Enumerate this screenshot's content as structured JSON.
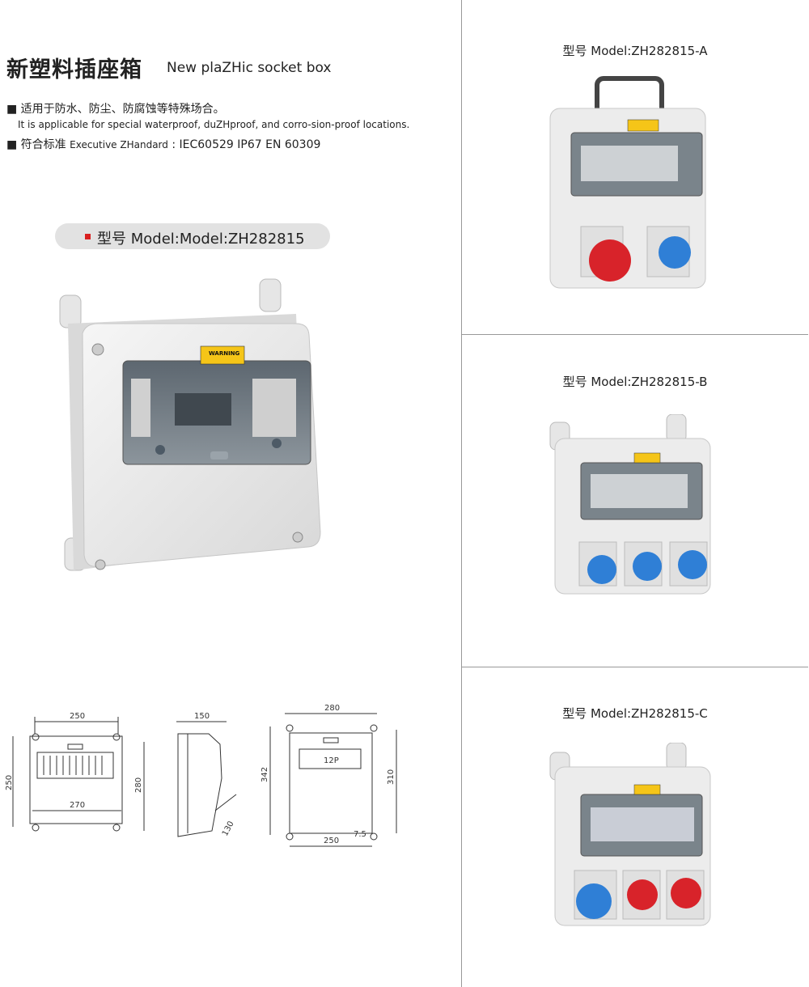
{
  "header": {
    "title_cn": "新塑料插座箱",
    "title_en": "New plaZHic socket box"
  },
  "features": {
    "line1_cn": "■ 适用于防水、防尘、防腐蚀等特殊场合。",
    "line1_en": "It is applicable for special waterproof, duZHproof, and corro-sion-proof locations.",
    "line2_cn": "■ 符合标准",
    "line2_en": "Executive ZHandard",
    "line2_std": ": IEC60529  IP67  EN 60309"
  },
  "main_product": {
    "model_label": "型号 Model:Model:ZH282815",
    "warning": "WARNING"
  },
  "dimensions": {
    "front_width": "250",
    "front_height": "250",
    "front_bottom": "270",
    "front_right": "280",
    "side_depth": "150",
    "side_angle": "130",
    "back_top": "280",
    "back_left": "342",
    "back_right": "310",
    "back_bottom": "250",
    "back_offset": "7.5",
    "back_module": "12P"
  },
  "variants": [
    {
      "model": "型号 Model:ZH282815-A"
    },
    {
      "model": "型号 Model:ZH282815-B"
    },
    {
      "model": "型号 Model:ZH282815-C"
    }
  ],
  "colors": {
    "socket_red": "#d8232a",
    "socket_blue": "#2f7fd6",
    "warning_yellow": "#f5c518",
    "box_white": "#ececec"
  }
}
